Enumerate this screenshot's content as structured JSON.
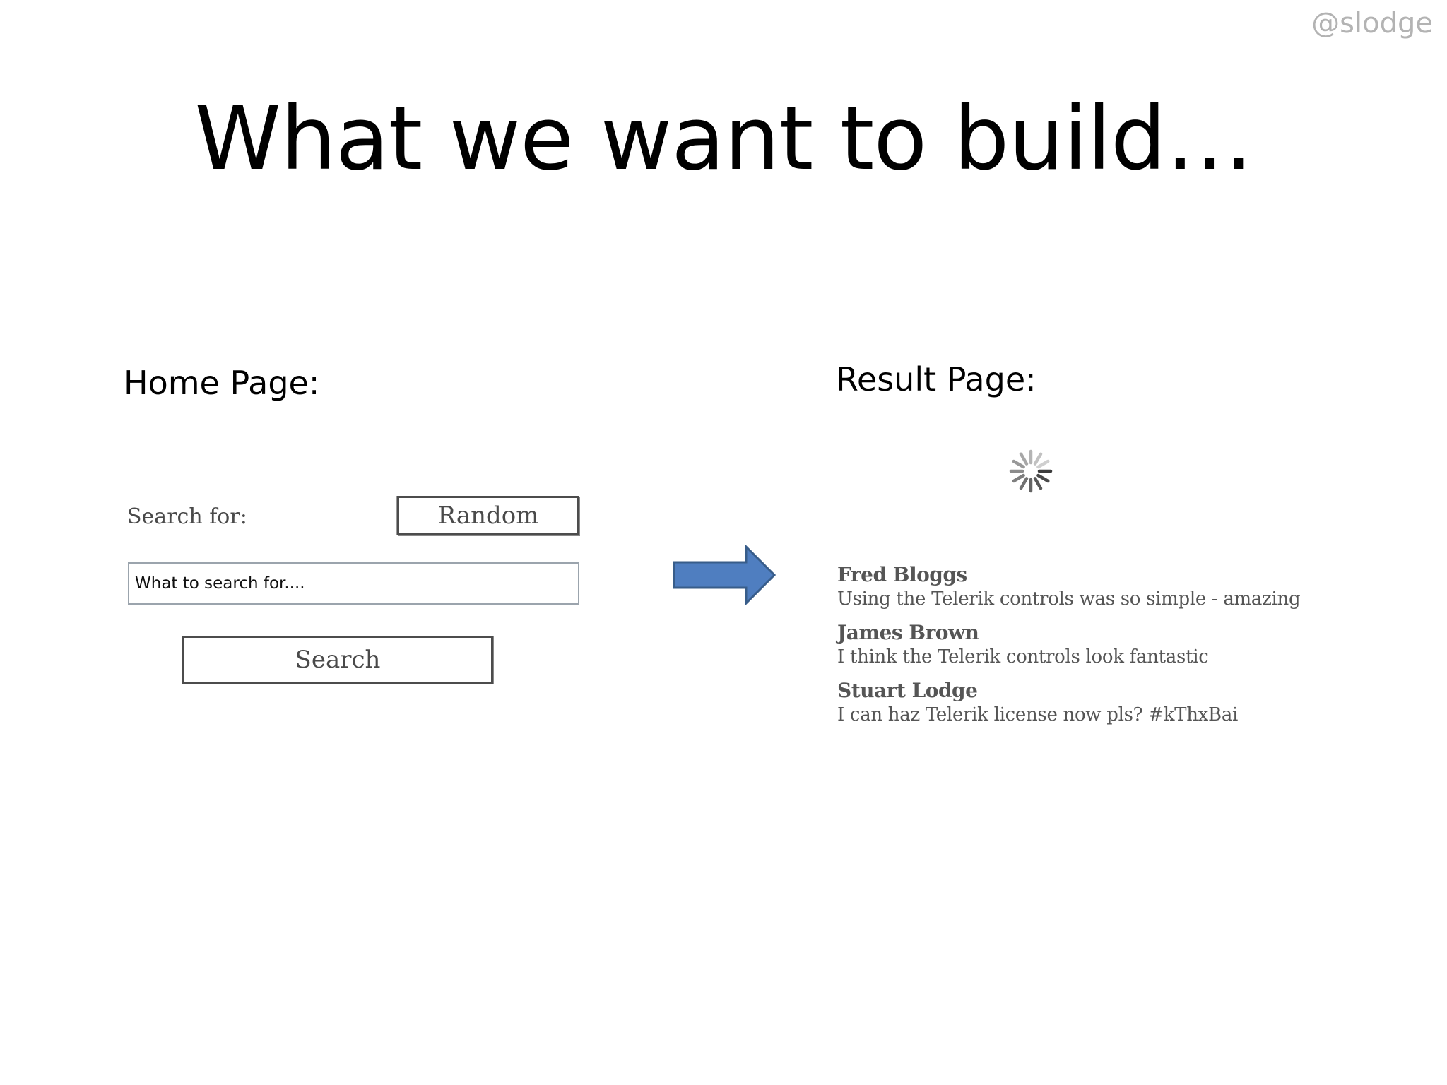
{
  "handle": "@slodge",
  "title": "What we want to build…",
  "home": {
    "label": "Home Page:",
    "search_for_label": "Search for:",
    "random_button": "Random",
    "search_placeholder": "What to search for....",
    "search_button": "Search"
  },
  "result": {
    "label": "Result Page:",
    "items": [
      {
        "author": "Fred Bloggs",
        "text": "Using the Telerik controls was so simple - amazing"
      },
      {
        "author": "James Brown",
        "text": "I think the Telerik controls look fantastic"
      },
      {
        "author": "Stuart Lodge",
        "text": "I can haz Telerik license now pls? #kThxBai"
      }
    ]
  },
  "colors": {
    "arrow_fill": "#4f7ec0",
    "arrow_stroke": "#385d8a",
    "sketch_border": "#4c4c4c",
    "input_border": "#9ba4ad",
    "handle": "#b3b3b3"
  },
  "icons": {
    "arrow": "right-arrow-icon",
    "spinner": "loading-spinner-icon"
  }
}
